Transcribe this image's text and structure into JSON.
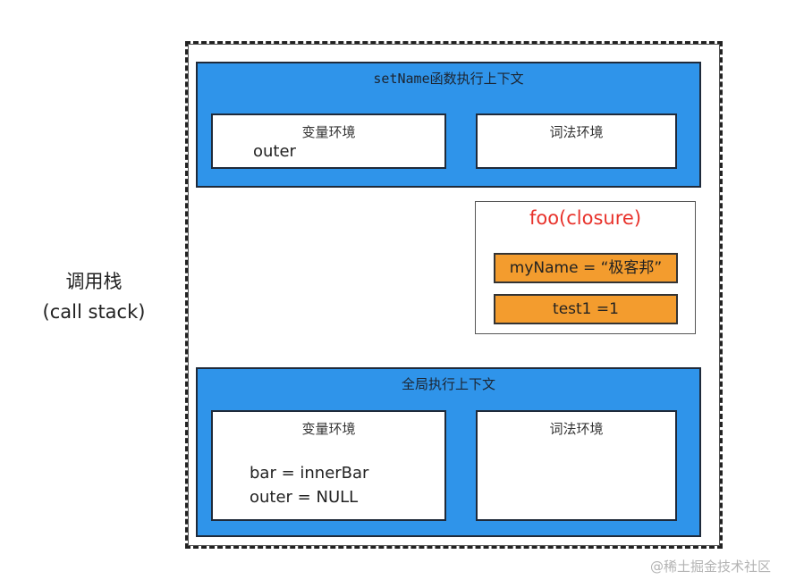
{
  "side_label": {
    "line1": "调用栈",
    "line2": "(call stack)"
  },
  "setname_context": {
    "title": "setName函数执行上下文",
    "variable_env": {
      "title": "变量环境",
      "lines": [
        "outer"
      ]
    },
    "lexical_env": {
      "title": "词法环境"
    }
  },
  "closure": {
    "title": "foo(closure)",
    "items": [
      "myName = “极客邦”",
      "test1 =1"
    ]
  },
  "global_context": {
    "title": "全局执行上下文",
    "variable_env": {
      "title": "变量环境",
      "lines": [
        "bar =  innerBar",
        "outer = NULL"
      ]
    },
    "lexical_env": {
      "title": "词法环境"
    }
  },
  "watermark": "@稀土掘金技术社区",
  "colors": {
    "context_fill": "#2f94ea",
    "closure_item_fill": "#f39c2e",
    "closure_title": "#e8322b"
  }
}
